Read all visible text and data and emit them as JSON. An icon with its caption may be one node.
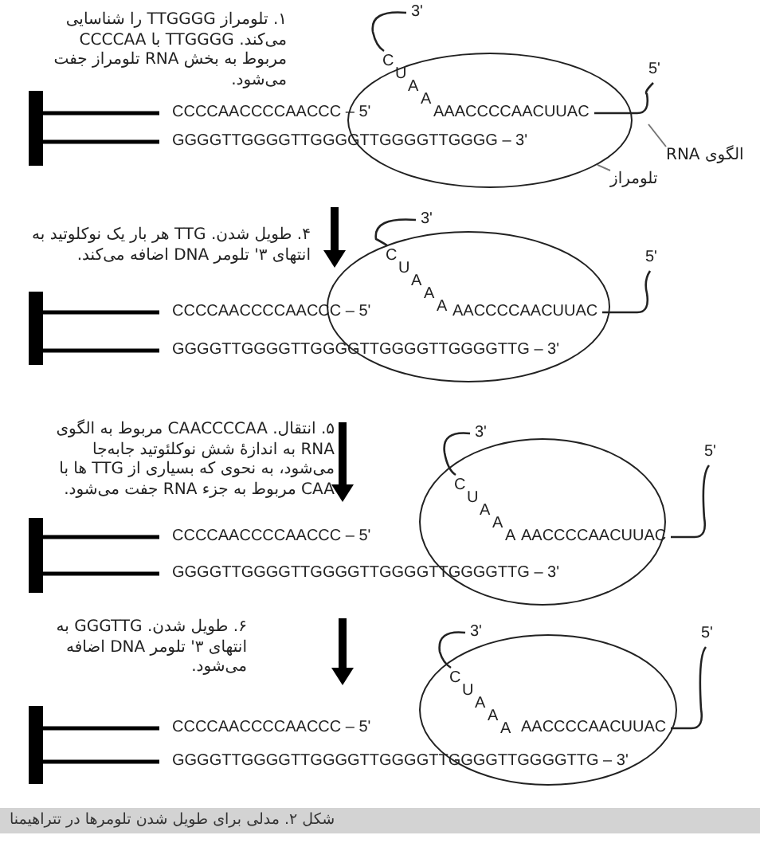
{
  "diagram": {
    "caption": "شکل ۲. مدلی برای طویل شدن تلومرها در تتراهیمنا",
    "nodes": [
      {
        "text": [],
        "shape": "circle",
        "beside": [
          "3'",
          "5'"
        ]
      },
      {
        "text": [
          "الگوی RNA"
        ]
      },
      {
        "text": [
          "تلومراز"
        ]
      },
      {
        "text": [],
        "shape": "circle",
        "beside": [
          "3'",
          "5'"
        ]
      },
      {
        "text": [],
        "shape": "circle",
        "beside": [
          "3'",
          "5'"
        ]
      },
      {
        "text": [],
        "shape": "circle",
        "beside": [
          "3'",
          "5'"
        ]
      }
    ],
    "edges": [
      {
        "from": 1,
        "to": null,
        "arrow": "none"
      },
      {
        "from": 2,
        "to": 0,
        "arrow": "none"
      }
    ],
    "labels": [
      "۱. تلومراز TTGGGG را شناسایی می‌کند. TTGGGG با CCCCAA مربوط به بخش RNA تلومراز جفت می‌شود.",
      "CUAA",
      "CCCCAACCCCAACCC – 5'",
      "AAACCCCAACUUAC",
      "GGGGTTGGGGTTGGGGTTGGGGTTGGGG – 3'",
      "۴. طویل شدن. TTG هر بار یک نوکلوتید به انتهای ۳' تلومر DNA اضافه می‌کند.",
      "CUAAA",
      "CCCCAACCCCAACCC – 5'",
      "AACCCCAACUUAC",
      "GGGGTTGGGGTTGGGGTTGGGGTTGGGGTTG – 3'",
      "۵. انتقال. CAACCCCAA مربوط به الگوی RNA به اندازهٔ شش نوکلئوتید جابه‌جا می‌شود، به نحوی که بسیاری از TTG ها با CAA مربوط به جزء RNA جفت می‌شود.",
      "CUAAA",
      "CCCCAACCCCAACCC – 5'",
      "AACCCCAACUUAC",
      "GGGGTTGGGGTTGGGGTTGGGGTTGGGGTTG – 3'",
      "۶. طویل شدن. GGGTTG به انتهای ۳' تلومر DNA اضافه می‌شود.",
      "CUAAA",
      "CCCCAACCCCAACCC – 5'",
      "AACCCCAACUUAC",
      "GGGGTTGGGGTTGGGGTTGGGGTTGGGGTTGGGGTTG – 3'"
    ]
  }
}
